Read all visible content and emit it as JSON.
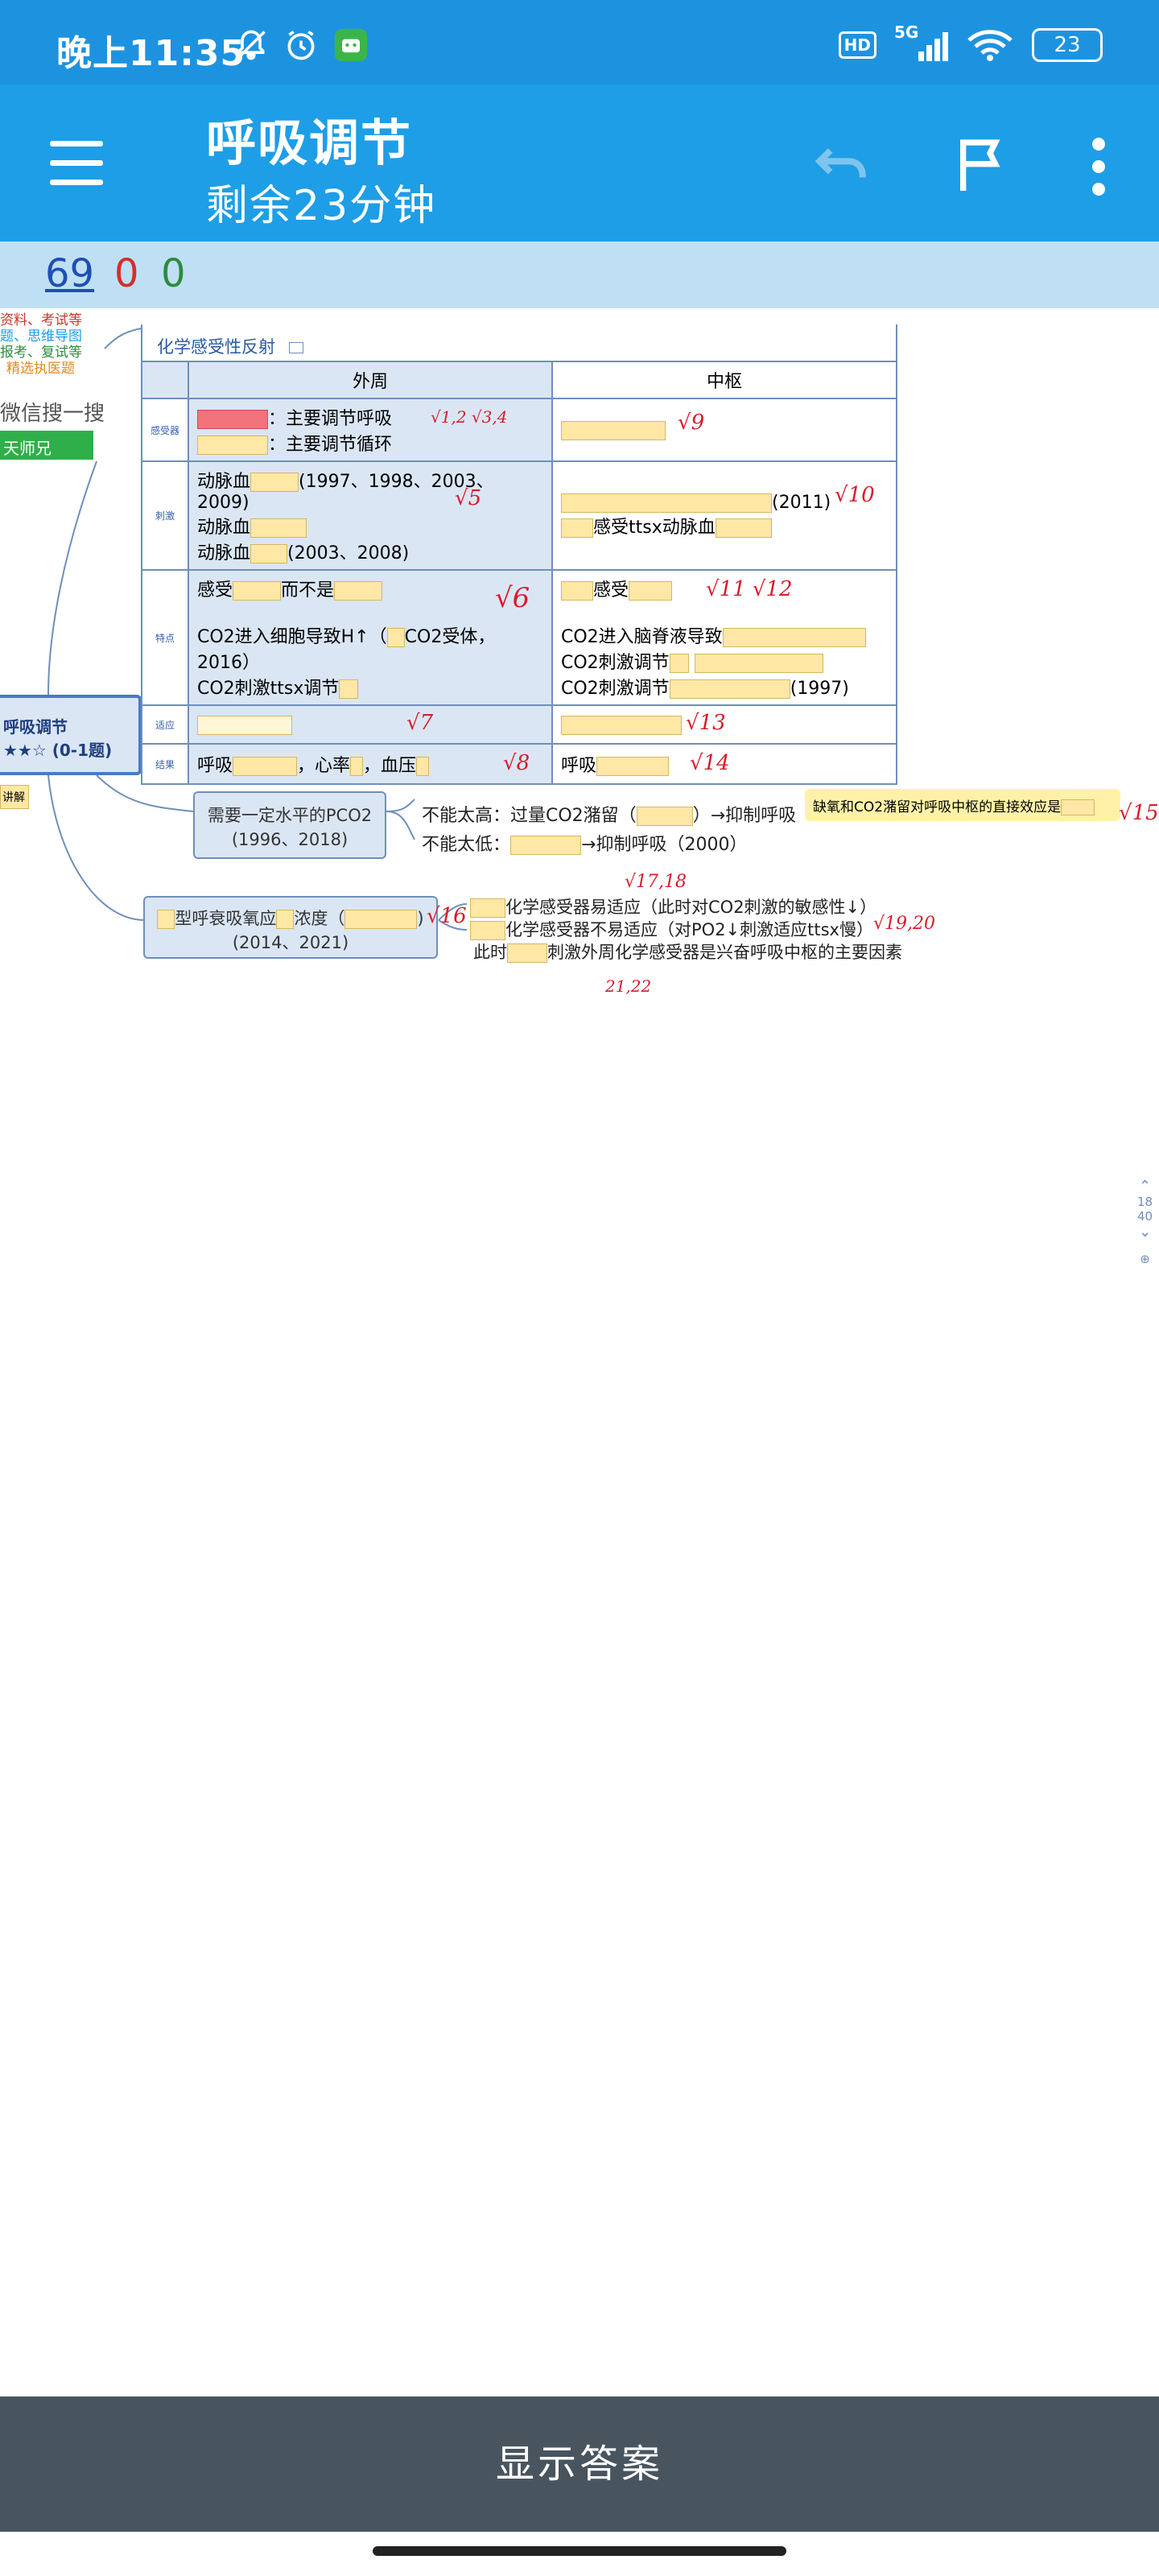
{
  "status_bar": {
    "time": "晚上11:35",
    "network": "5G",
    "hd": "HD",
    "battery": "23"
  },
  "app_bar": {
    "title": "呼吸调节",
    "subtitle": "剩余23分钟"
  },
  "score_bar": {
    "count_total": "69",
    "count_wrong": "0",
    "count_right": "0",
    "colors": {
      "total": "#1f4fb6",
      "wrong": "#d0302c",
      "right": "#2e8b3d"
    }
  },
  "mindmap": {
    "left_fragments": {
      "line1": "资料、考试等",
      "line2": "题、思维导图",
      "line3": "报考、复试等",
      "line4": "精选执医题",
      "search": "微信搜一搜",
      "green_badge": "天师兄",
      "node_title": "呼吸调节",
      "node_stars": "★★☆ (0-1题)",
      "explain": "讲解"
    },
    "section_title": "化学感受性反射",
    "table": {
      "col_outer": "外周",
      "col_center": "中枢",
      "rows": [
        {
          "head": "感受器",
          "outer_a": "：主要调节呼吸",
          "outer_b": "：主要调节循环",
          "hand_outer": "√1,2  √3,4",
          "hand_center": "√9"
        },
        {
          "head": "刺激",
          "outer_a": "动脉血",
          "outer_a_years": "(1997、1998、2003、2009)",
          "outer_b": "动脉血",
          "outer_c": "动脉血",
          "outer_c_years": "(2003、2008)",
          "center_year": "(2011)",
          "center_b": "感受ttsx动脉血",
          "hand_outer": "√5",
          "hand_center": "√10"
        },
        {
          "head": "特点",
          "outer_a": "感受",
          "outer_a2": "而不是",
          "outer_b": "CO2进入细胞导致H↑（",
          "outer_b2": "CO2受体，2016）",
          "outer_c": "CO2刺激ttsx调节",
          "center_a": "感受",
          "center_b": "CO2进入脑脊液导致",
          "center_c": "CO2刺激调节",
          "center_d": "CO2刺激调节",
          "center_d_year": "(1997)",
          "hand_outer": "√6",
          "hand_center": "√11  √12"
        },
        {
          "head": "适应",
          "hand_outer": "√7",
          "hand_center": "√13"
        },
        {
          "head": "结果",
          "outer_a": "呼吸",
          "outer_b": "，心率",
          "outer_c": "，血压",
          "center_a": "呼吸",
          "hand_outer": "√8",
          "hand_center": "√14"
        }
      ]
    },
    "pco2_node": {
      "line1": "需要一定水平的PCO2",
      "line2": "(1996、2018)"
    },
    "pco2_high": "不能太高：过量CO2潴留（",
    "pco2_high_tail": "）→抑制呼吸",
    "pco2_low": "不能太低：",
    "pco2_low_tail": "→抑制呼吸（2000）",
    "note_yellow": "缺氧和CO2潴留对呼吸中枢的直接效应是",
    "hand_15": "√15",
    "hypoxia_node": {
      "line1a": "型呼衰吸氧应",
      "line1b": "浓度（",
      "line2": "(2014、2021)"
    },
    "hypoxia_1": "化学感受器易适应（此时对CO2刺激的敏感性↓）",
    "hypoxia_2": "化学感受器不易适应（对PO2↓刺激适应ttsx慢）",
    "hypoxia_3a": "此时",
    "hypoxia_3b": "刺激外周化学感受器是兴奋呼吸中枢的主要因素",
    "hand_16": "√16",
    "hand_1718": "√17,18",
    "hand_1920": "√19,20",
    "hand_2122": "21,22",
    "rail": {
      "page": "18",
      "total": "40"
    }
  },
  "bottom": {
    "show_answer": "显示答案"
  }
}
